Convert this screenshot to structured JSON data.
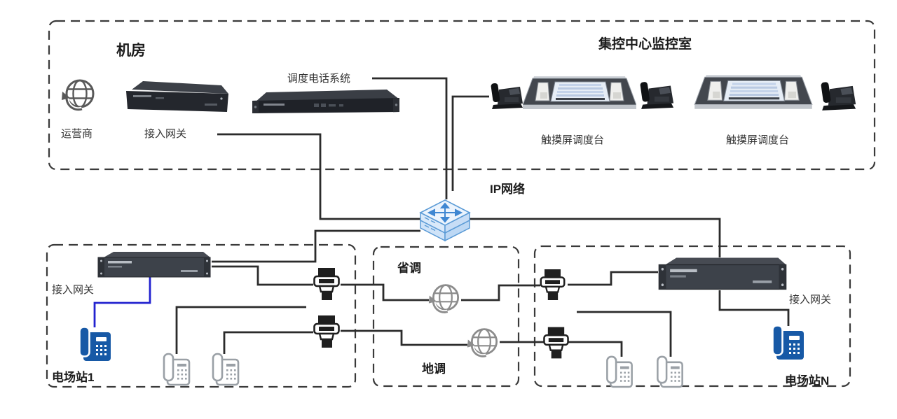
{
  "rooms": {
    "machine_room": {
      "label": "机房"
    },
    "control_center": {
      "label": "集控中心监控室"
    },
    "station1": {
      "label": "电场站1"
    },
    "stationN": {
      "label": "电场站N"
    },
    "provincial_dispatch": {
      "label": "省调"
    },
    "district_dispatch": {
      "label": "地调"
    }
  },
  "nodes": {
    "operator": {
      "label": "运营商",
      "icon": "globe-icon"
    },
    "access_gateway_top": {
      "label": "接入网关",
      "icon": "rack-gateway-icon"
    },
    "dispatch_phone_system": {
      "label": "调度电话系统",
      "icon": "rack-server-icon"
    },
    "ip_network": {
      "label": "IP网络",
      "icon": "network-switch-icon"
    },
    "console1": {
      "label": "触摸屏调度台",
      "icon": "dispatch-console-icon"
    },
    "console2": {
      "label": "触摸屏调度台",
      "icon": "dispatch-console-icon"
    },
    "access_gateway_station1": {
      "label": "接入网关",
      "icon": "rack-gateway-icon"
    },
    "access_gateway_stationN": {
      "label": "接入网关",
      "icon": "rack-gateway-icon"
    },
    "provincial_network": {
      "icon": "globe-icon"
    },
    "district_network": {
      "icon": "globe-icon"
    },
    "transceivers": {
      "icon": "transceiver-icon",
      "count": 4
    },
    "ip_phone_blue": {
      "icon": "ip-phone-blue-icon",
      "count": 2
    },
    "ip_phone_gray": {
      "icon": "ip-phone-gray-icon",
      "count": 4
    },
    "desk_phone": {
      "icon": "desk-phone-icon",
      "count": 3
    }
  },
  "colors": {
    "line": "#2b2b2b",
    "blue_line": "#2222cf",
    "dashed_border": "#3a3a3a",
    "phone_blue": "#1759a6",
    "phone_gray": "#9aa0a6",
    "switch_stroke": "#5b9bd6",
    "switch_fill": "#dcebfa"
  }
}
